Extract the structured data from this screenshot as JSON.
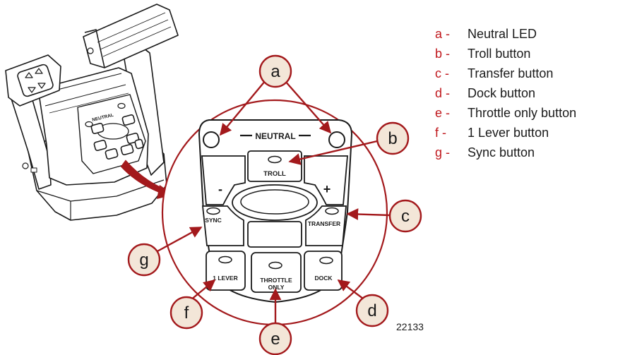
{
  "panel": {
    "neutral": "NEUTRAL",
    "troll": "TROLL",
    "minus": "-",
    "plus": "+",
    "sync": "SYNC",
    "transfer": "TRANSFER",
    "one_lever": "1 LEVER",
    "throttle_only_line1": "THROTTLE",
    "throttle_only_line2": "ONLY",
    "dock": "DOCK",
    "small_neutral": "NEUTRAL"
  },
  "callouts": {
    "a": "a",
    "b": "b",
    "c": "c",
    "d": "d",
    "e": "e",
    "f": "f",
    "g": "g"
  },
  "legend": [
    {
      "key": "a -",
      "text": "Neutral LED"
    },
    {
      "key": "b -",
      "text": "Troll button"
    },
    {
      "key": "c -",
      "text": "Transfer button"
    },
    {
      "key": "d -",
      "text": "Dock button"
    },
    {
      "key": "e -",
      "text": "Throttle only button"
    },
    {
      "key": "f -",
      "text": "1 Lever button"
    },
    {
      "key": "g -",
      "text": "Sync button"
    }
  ],
  "figure_number": "22133",
  "colors": {
    "accent": "#a3191c",
    "callout_fill": "#f3e6d8",
    "legend_key": "#c0191e",
    "line": "#1a1a1a"
  }
}
